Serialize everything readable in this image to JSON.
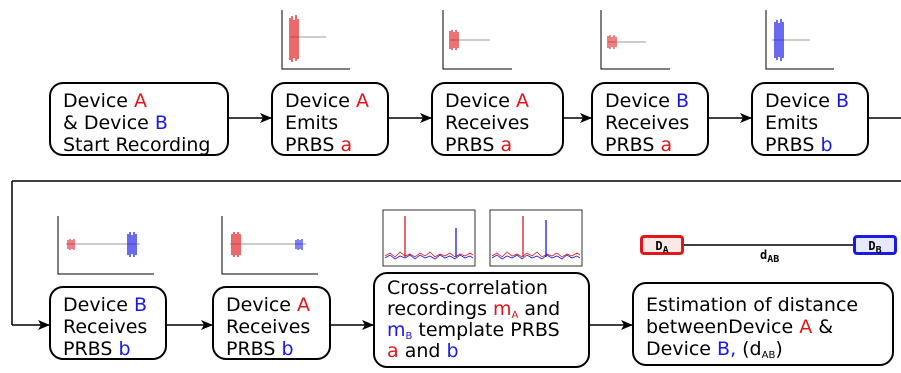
{
  "colors": {
    "device_a": "#e0161b",
    "device_b": "#1a1ae6",
    "line": "#000000"
  },
  "boxes": {
    "b1": {
      "l1a": "Device ",
      "l1b": "A",
      "l2a": "& Device ",
      "l2b": "B",
      "l3": "Start Recording"
    },
    "b2": {
      "l1a": "Device ",
      "l1b": "A",
      "l2": "Emits",
      "l3a": "PRBS ",
      "l3b": "a"
    },
    "b3": {
      "l1a": "Device ",
      "l1b": "A",
      "l2": "Receives",
      "l3a": "PRBS ",
      "l3b": "a"
    },
    "b4": {
      "l1a": "Device ",
      "l1b": "B",
      "l2": "Receives",
      "l3a": "PRBS ",
      "l3b": "a"
    },
    "b5": {
      "l1a": "Device ",
      "l1b": "B",
      "l2": "Emits",
      "l3a": "PRBS ",
      "l3b": "b"
    },
    "b6": {
      "l1a": "Device ",
      "l1b": "B",
      "l2": "Receives",
      "l3a": "PRBS ",
      "l3b": "b"
    },
    "b7": {
      "l1a": "Device ",
      "l1b": "A",
      "l2": "Receives",
      "l3a": "PRBS ",
      "l3b": "b"
    },
    "b8": {
      "l1": "Cross-correlation",
      "l2a": "recordings ",
      "l2b": "m",
      "l2bs": "A",
      "l2c": " and",
      "l3a": "m",
      "l3as": "B",
      "l3b": " template PRBS",
      "l4a": "a",
      "l4b": " and ",
      "l4c": "b"
    },
    "b9": {
      "l1": "Estimation of distance",
      "l2a": "betweenDevice ",
      "l2b": "A",
      "l2c": " &",
      "l3a": "Device ",
      "l3b": "B,",
      "l3c": " (d",
      "l3cs": "AB",
      "l3d": ")"
    }
  },
  "distance": {
    "tag_a": "D",
    "tag_a_sub": "A",
    "tag_b": "D",
    "tag_b_sub": "B",
    "label": "d",
    "label_sub": "AB"
  }
}
